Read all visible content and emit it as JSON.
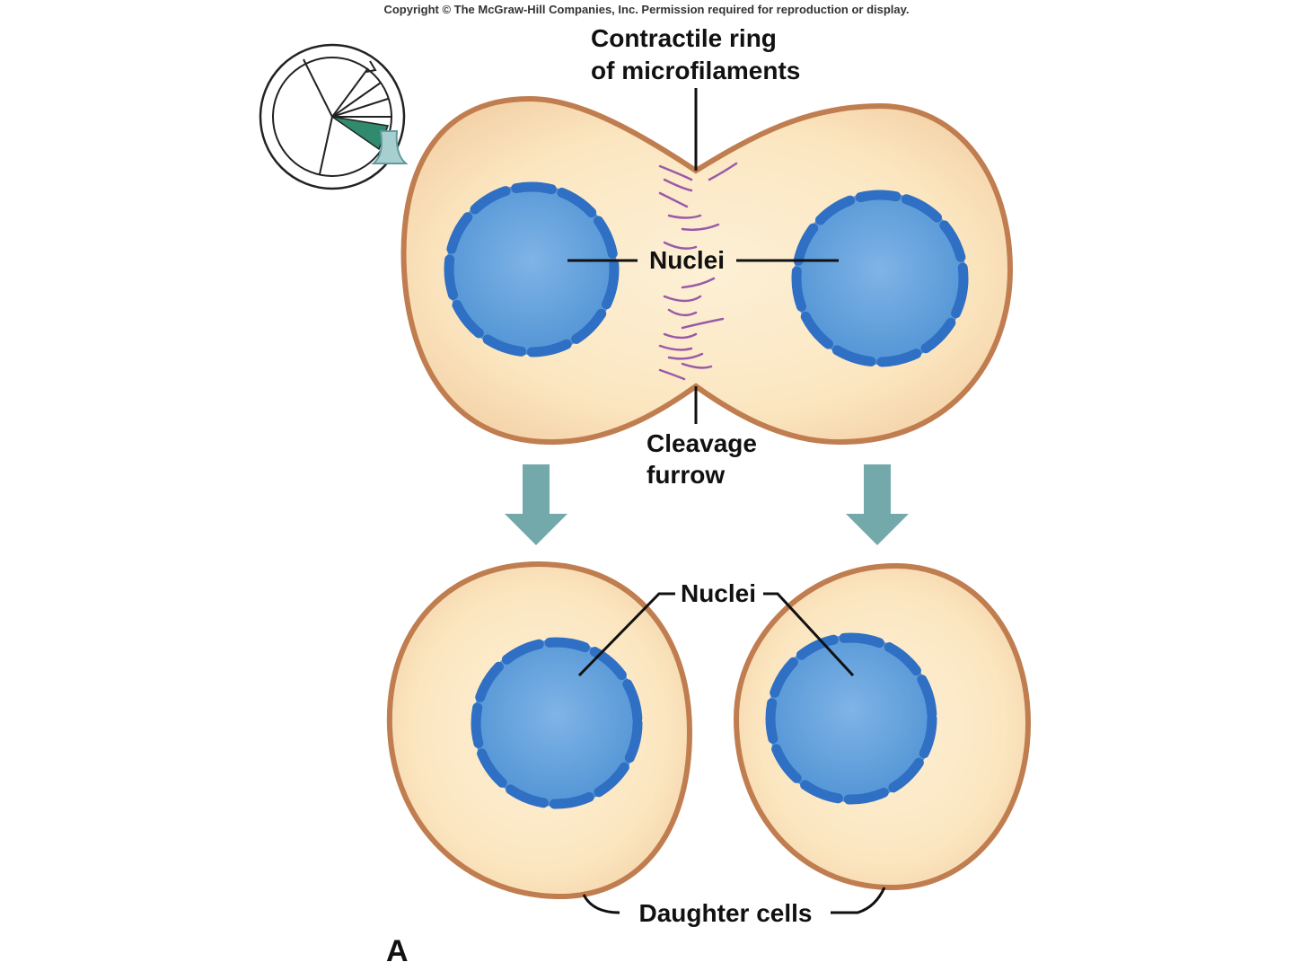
{
  "copyright": "Copyright © The McGraw-Hill Companies, Inc. Permission required for reproduction or display.",
  "labels": {
    "contractile_line1": "Contractile ring",
    "contractile_line2": "of microfilaments",
    "nuclei_top": "Nuclei",
    "cleavage_line1": "Cleavage",
    "cleavage_line2": "furrow",
    "nuclei_bottom": "Nuclei",
    "daughter_cells": "Daughter cells",
    "panel_letter": "A"
  },
  "colors": {
    "cytoplasm": "#fbe6c0",
    "membrane": "#c07d4f",
    "nucleus": "#5a9ad8",
    "nuclear_envelope": "#2f6fc4",
    "microfilament": "#9a5aa8",
    "arrow": "#74a9ac",
    "cycle_highlight": "#2f8a6e",
    "leader_line": "#111111"
  },
  "icons": {
    "cell_cycle": "cell-cycle-wheel-icon",
    "arrows": "down-arrow-icon"
  }
}
